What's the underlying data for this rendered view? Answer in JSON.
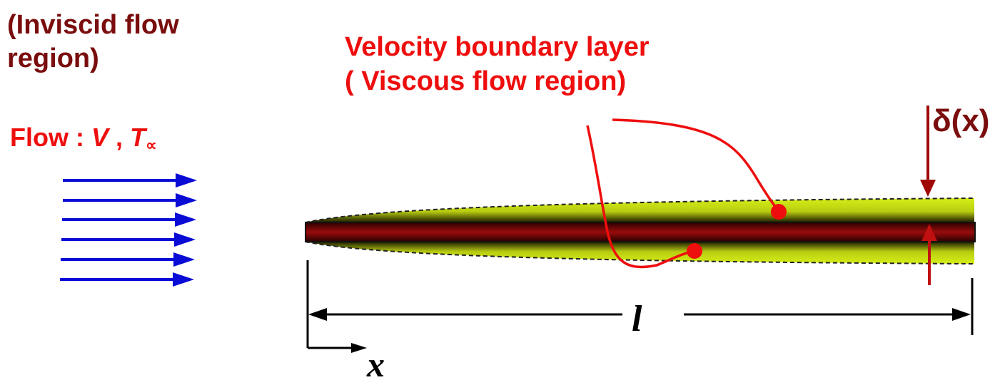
{
  "labels": {
    "inviscid_line1": "(Inviscid flow",
    "inviscid_line2": "region)",
    "flow_prefix": "Flow : ",
    "flow_V": "V",
    "flow_sep": " , ",
    "flow_T": "T",
    "flow_sub": "∝",
    "boundary_line1": "Velocity boundary layer",
    "boundary_line2": "( Viscous flow region)",
    "thickness": "δ(x)",
    "length": "l",
    "axis": "x"
  },
  "colors": {
    "dark_red": "#7a0d0d",
    "red": "#ee0e0e",
    "blue": "#0b0bd6",
    "layer": "#d9f01a",
    "plate": "#8c0a0a"
  }
}
